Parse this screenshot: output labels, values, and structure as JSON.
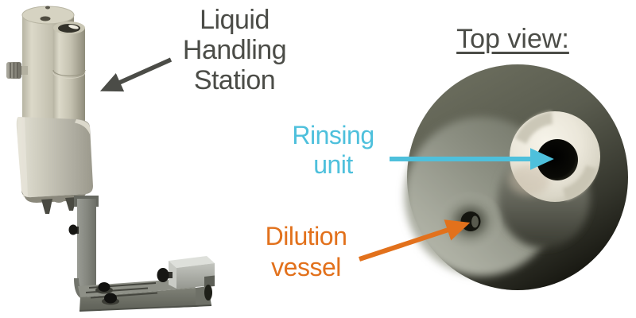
{
  "left_panel": {
    "caption": {
      "line1": "Liquid",
      "line2": "Handling",
      "line3": "Station"
    },
    "illustration": "liquid-handling-station-3d-render"
  },
  "right_panel": {
    "title": "Top view:",
    "photo": "top-view-photo-of-holder",
    "rinsing_label": {
      "line1": "Rinsing",
      "line2": "unit"
    },
    "dilution_label": {
      "line1": "Dilution",
      "line2": "vessel"
    }
  },
  "colors": {
    "caption_text": "#4B4C47",
    "rinsing_accent": "#4EC0DC",
    "dilution_accent": "#E2711C",
    "station_beige": "#C9C6B4",
    "bracket_gray": "#84867F",
    "disc_dark": "#5A5C4F"
  },
  "icons": {
    "station_arrow": "arrow-down-left",
    "rinsing_arrow": "arrow-right",
    "dilution_arrow": "arrow-up-right"
  }
}
